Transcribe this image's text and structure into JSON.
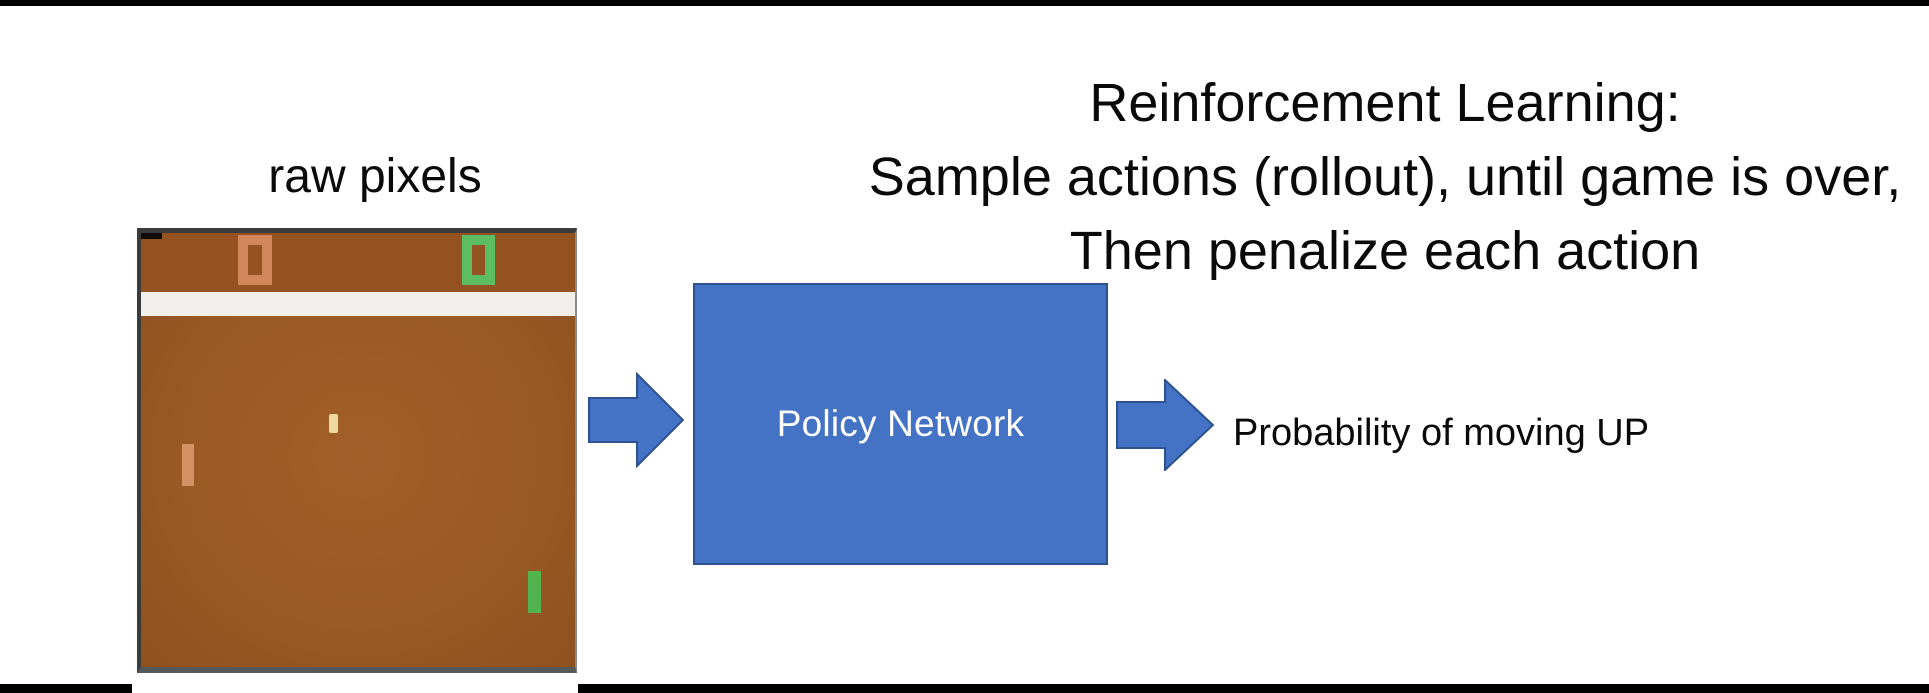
{
  "title": {
    "line1": "Reinforcement Learning:",
    "line2": "Sample actions (rollout), until game is over,",
    "line3": "Then penalize each action"
  },
  "game_screenshot": {
    "caption": "raw pixels",
    "left_score": "0",
    "right_score": "0"
  },
  "pipeline": {
    "policy_box_label": "Policy Network",
    "output_label": "Probability of moving UP"
  },
  "colors": {
    "accent_blue": "#4472C4",
    "accent_blue_border": "#2F528F",
    "game_field_brown": "#9A5A24",
    "game_score_strip_brown": "#93521F",
    "left_player_orange": "#D2875C",
    "right_player_green": "#5CBD63",
    "left_paddle_orange": "#D59166",
    "right_paddle_green": "#52B451",
    "ball_cream": "#EEDA9E",
    "boundary_stripe_white": "#F1EFEC",
    "bar_black": "#000000"
  }
}
